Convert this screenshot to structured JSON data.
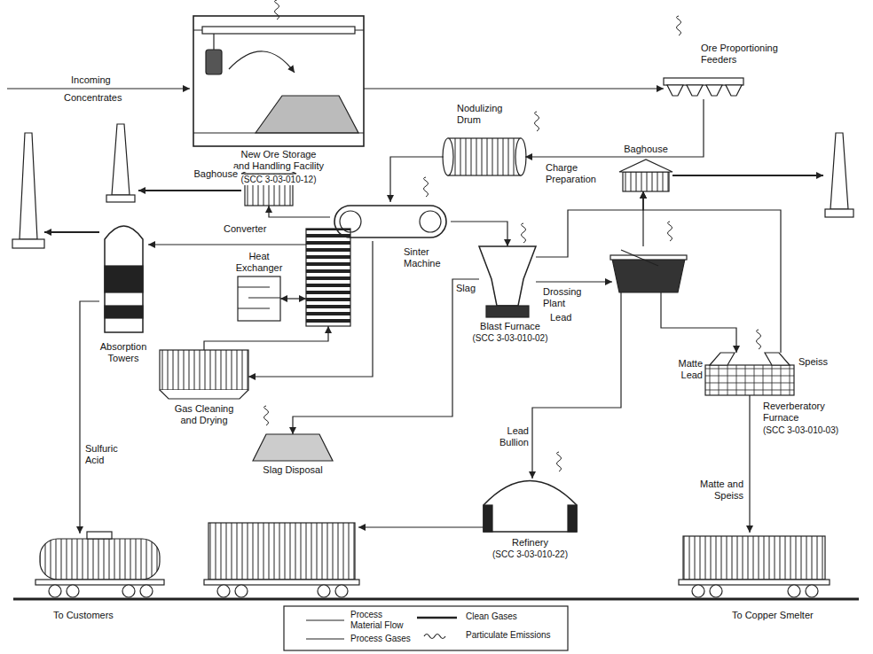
{
  "diagram": {
    "nodes": [
      {
        "text": [
          "New Ore Storage and Handling Facility",
          "(SCC 3-03-010-12)"
        ]
      },
      {
        "text": [
          "Ore Proportioning Feeders"
        ]
      },
      {
        "text": [
          "Nodulizing Drum"
        ]
      },
      {
        "text": [
          "Baghouse"
        ]
      },
      {
        "text": [
          "Baghouse"
        ]
      },
      {
        "text": [
          "Sinter Machine"
        ]
      },
      {
        "text": [
          "Converter"
        ]
      },
      {
        "text": [
          "Heat Exchanger"
        ]
      },
      {
        "text": [
          "Absorption Towers"
        ]
      },
      {
        "text": [
          "Blast Furnace",
          "(SCC 3-03-010-02)"
        ]
      },
      {
        "text": [
          "Drossing Plant"
        ]
      },
      {
        "text": [
          "Gas Cleaning and Drying"
        ]
      },
      {
        "text": [
          "Slag Disposal"
        ]
      },
      {
        "text": [
          "Reverberatory Furnace",
          "(SCC 3-03-010-03)"
        ]
      },
      {
        "text": [
          "Refinery",
          "(SCC 3-03-010-22)"
        ]
      }
    ],
    "edges": [
      {
        "from": 0,
        "to": 1,
        "arrow": "to"
      },
      {
        "from": 1,
        "to": 2,
        "label": "Charge Preparation",
        "arrow": "to"
      },
      {
        "from": 2,
        "to": 5,
        "arrow": "to"
      },
      {
        "from": 5,
        "to": 3,
        "arrow": "to"
      },
      {
        "from": 5,
        "to": 9,
        "arrow": "to"
      },
      {
        "from": 5,
        "to": 11,
        "arrow": "to"
      },
      {
        "from": 11,
        "to": 6,
        "arrow": "to"
      },
      {
        "from": 6,
        "to": 7,
        "arrow": "both"
      },
      {
        "from": 6,
        "to": 8,
        "arrow": "to"
      },
      {
        "from": 9,
        "to": 12,
        "label": "Slag",
        "arrow": "to"
      },
      {
        "from": 9,
        "to": 10,
        "label": "Lead",
        "arrow": "to"
      },
      {
        "from": 9,
        "to": 4,
        "arrow": "to"
      },
      {
        "from": 10,
        "to": 4,
        "arrow": "to"
      },
      {
        "from": 10,
        "to": 13,
        "arrow": "to"
      },
      {
        "from": 13,
        "to": 4,
        "arrow": "to"
      },
      {
        "from": 10,
        "to": 14,
        "label": "Lead Bullion",
        "arrow": "to"
      }
    ],
    "labels": [
      "Incoming",
      "Concentrates",
      "Sulfuric Acid",
      "Matte Lead",
      "Speiss",
      "Matte and Speiss",
      "To Customers",
      "To Copper Smelter"
    ],
    "legend": [
      {
        "text": "Process Material Flow"
      },
      {
        "text": "Process Gases"
      },
      {
        "text": "Clean Gases"
      },
      {
        "text": "Particulate Emissions"
      }
    ]
  }
}
